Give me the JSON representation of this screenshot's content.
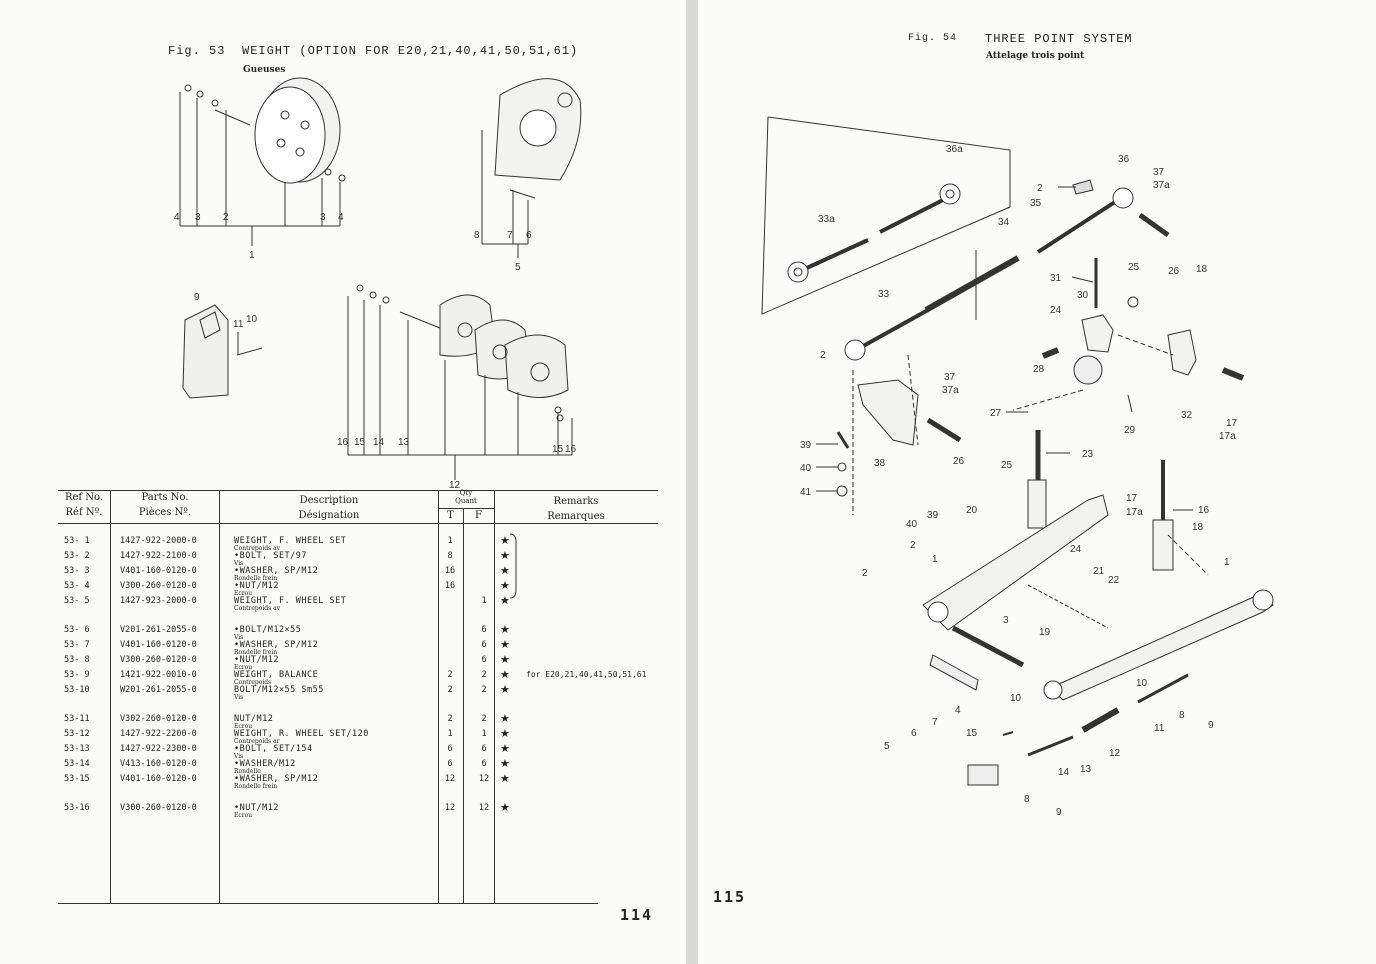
{
  "left_page": {
    "fig_label": "Fig. 53",
    "title": "WEIGHT (OPTION FOR E20,21,40,41,50,51,61)",
    "subtitle": "Gueuses",
    "page_number": "114",
    "callouts": {
      "c4a": "4",
      "c3a": "3",
      "c2": "2",
      "c3b": "3",
      "c4b": "4",
      "c1": "1",
      "c8": "8",
      "c7": "7",
      "c6": "6",
      "c5": "5",
      "c9": "9",
      "c11": "11",
      "c10": "10",
      "c16a": "16",
      "c15a": "15",
      "c14": "14",
      "c13": "13",
      "c12": "12",
      "c15b": "15",
      "c16b": "16"
    },
    "table": {
      "headers": {
        "ref_en": "Ref No.",
        "ref_fr": "Réf Nº.",
        "parts_en": "Parts No.",
        "parts_fr": "Pièces Nº.",
        "desc_en": "Description",
        "desc_fr": "Désignation",
        "qty_en": "Qty",
        "qty_fr": "Quant",
        "t": "T",
        "f": "F",
        "remarks_en": "Remarks",
        "remarks_fr": "Remarques"
      },
      "rows": [
        {
          "ref": "53- 1",
          "part": "1427-922-2000-0",
          "desc": "WEIGHT, F. WHEEL SET",
          "fr": "Contrepoids av",
          "t": "1",
          "f": "",
          "star": "★",
          "remark": ""
        },
        {
          "ref": "53- 2",
          "part": "1427-922-2100-0",
          "desc": "•BOLT, SET/97",
          "fr": "Vis",
          "t": "8",
          "f": "",
          "star": "★",
          "remark": ""
        },
        {
          "ref": "53- 3",
          "part": "V401-160-0120-0",
          "desc": "•WASHER, SP/M12",
          "fr": "Rondelle frein",
          "t": "16",
          "f": "",
          "star": "★",
          "remark": ""
        },
        {
          "ref": "53- 4",
          "part": "V300-260-0120-0",
          "desc": "•NUT/M12",
          "fr": "Ecrou",
          "t": "16",
          "f": "",
          "star": "★",
          "remark": ""
        },
        {
          "ref": "53- 5",
          "part": "1427-923-2000-0",
          "desc": "WEIGHT, F. WHEEL SET",
          "fr": "Contrepoids av",
          "t": "",
          "f": "1",
          "star": "★",
          "remark": ""
        },
        {
          "ref": "53- 6",
          "part": "V201-261-2055-0",
          "desc": "•BOLT/M12×55",
          "fr": "Vis",
          "t": "",
          "f": "6",
          "star": "★",
          "remark": ""
        },
        {
          "ref": "53- 7",
          "part": "V401-160-0120-0",
          "desc": "•WASHER, SP/M12",
          "fr": "Rondelle frein",
          "t": "",
          "f": "6",
          "star": "★",
          "remark": ""
        },
        {
          "ref": "53- 8",
          "part": "V300-260-0120-0",
          "desc": "•NUT/M12",
          "fr": "Ecrou",
          "t": "",
          "f": "6",
          "star": "★",
          "remark": ""
        },
        {
          "ref": "53- 9",
          "part": "1421-922-0010-0",
          "desc": "WEIGHT, BALANCE",
          "fr": "Contrepoids",
          "t": "2",
          "f": "2",
          "star": "★",
          "remark": "for E20,21,40,41,50,51,61"
        },
        {
          "ref": "53-10",
          "part": "W201-261-2055-0",
          "desc": "BOLT/M12×55 Sm55",
          "fr": "Vis",
          "t": "2",
          "f": "2",
          "star": "★",
          "remark": ""
        },
        {
          "ref": "53-11",
          "part": "V302-260-0120-0",
          "desc": "NUT/M12",
          "fr": "Ecrou",
          "t": "2",
          "f": "2",
          "star": "★",
          "remark": ""
        },
        {
          "ref": "53-12",
          "part": "1427-922-2200-0",
          "desc": "WEIGHT, R. WHEEL SET/120",
          "fr": "Contrepoids ar",
          "t": "1",
          "f": "1",
          "star": "★",
          "remark": ""
        },
        {
          "ref": "53-13",
          "part": "1427-922-2300-0",
          "desc": "•BOLT, SET/154",
          "fr": "Vis",
          "t": "6",
          "f": "6",
          "star": "★",
          "remark": ""
        },
        {
          "ref": "53-14",
          "part": "V413-160-0120-0",
          "desc": "•WASHER/M12",
          "fr": "Rondelle",
          "t": "6",
          "f": "6",
          "star": "★",
          "remark": ""
        },
        {
          "ref": "53-15",
          "part": "V401-160-0120-0",
          "desc": "•WASHER, SP/M12",
          "fr": "Rondelle frein",
          "t": "12",
          "f": "12",
          "star": "★",
          "remark": ""
        },
        {
          "ref": "53-16",
          "part": "V300-260-0120-0",
          "desc": "•NUT/M12",
          "fr": "Ecrou",
          "t": "12",
          "f": "12",
          "star": "★",
          "remark": ""
        }
      ]
    }
  },
  "right_page": {
    "fig_label": "Fig. 54",
    "title": "THREE POINT SYSTEM",
    "subtitle": "Attelage trois point",
    "page_number": "115",
    "callouts": {
      "c36a": "36a",
      "c33a": "33a",
      "c36": "36",
      "c37": "37",
      "c37a": "37a",
      "c2a": "2",
      "c35": "35",
      "c34": "34",
      "c31": "31",
      "c30": "30",
      "c25a": "25",
      "c26a": "26",
      "c18a": "18",
      "c33": "33",
      "c24a": "24",
      "c2b": "2",
      "c37b": "37",
      "c37ab": "37a",
      "c28": "28",
      "c32": "32",
      "c17": "17",
      "c17a": "17a",
      "c27": "27",
      "c29": "29",
      "c39a": "39",
      "c40a": "40",
      "c41": "41",
      "c38": "38",
      "c26b": "26",
      "c25b": "25",
      "c23": "23",
      "c40b": "40",
      "c39b": "39",
      "c20": "20",
      "c17b": "17",
      "c17ab": "17a",
      "c16": "16",
      "c18b": "18",
      "c2c": "2",
      "c1a": "1",
      "c24b": "24",
      "c21": "21",
      "c22": "22",
      "c1b": "1",
      "c2d": "2",
      "c19": "19",
      "c3": "3",
      "c4": "4",
      "c7": "7",
      "c6": "6",
      "c5": "5",
      "c10a": "10",
      "c10b": "10",
      "c11": "11",
      "c8a": "8",
      "c9a": "9",
      "c15": "15",
      "c14": "14",
      "c13": "13",
      "c12": "12",
      "c8b": "8",
      "c9b": "9"
    }
  }
}
